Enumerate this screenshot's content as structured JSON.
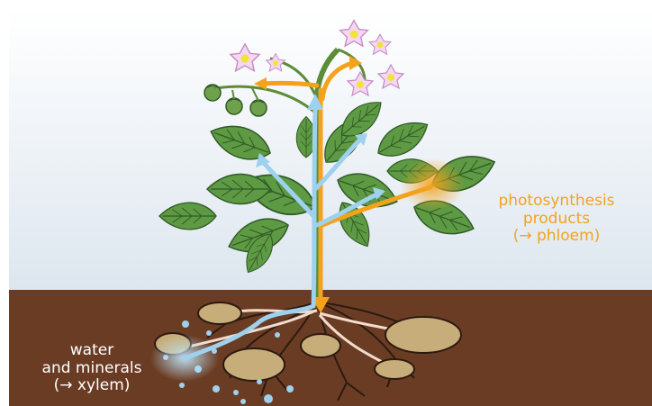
{
  "colors": {
    "sky_top": "#ffffff",
    "sky_bottom": "#dde6ef",
    "soil": "#6b3c24",
    "leaf": "#5e9a44",
    "leaf_vein": "#2f5a25",
    "stem": "#5c8c3a",
    "flower": "#f4d7f2",
    "xylem_arrow": "#9ed1ee",
    "phloem_arrow": "#f4a21c",
    "potato": "#c7ad7a",
    "root": "#2b1a10"
  },
  "labels": {
    "phloem": {
      "line1": "photosynthesis",
      "line2": "products",
      "line3": "(→ phloem)"
    },
    "xylem": {
      "line1": "water",
      "line2": "and minerals",
      "line3": "(→ xylem)"
    }
  }
}
